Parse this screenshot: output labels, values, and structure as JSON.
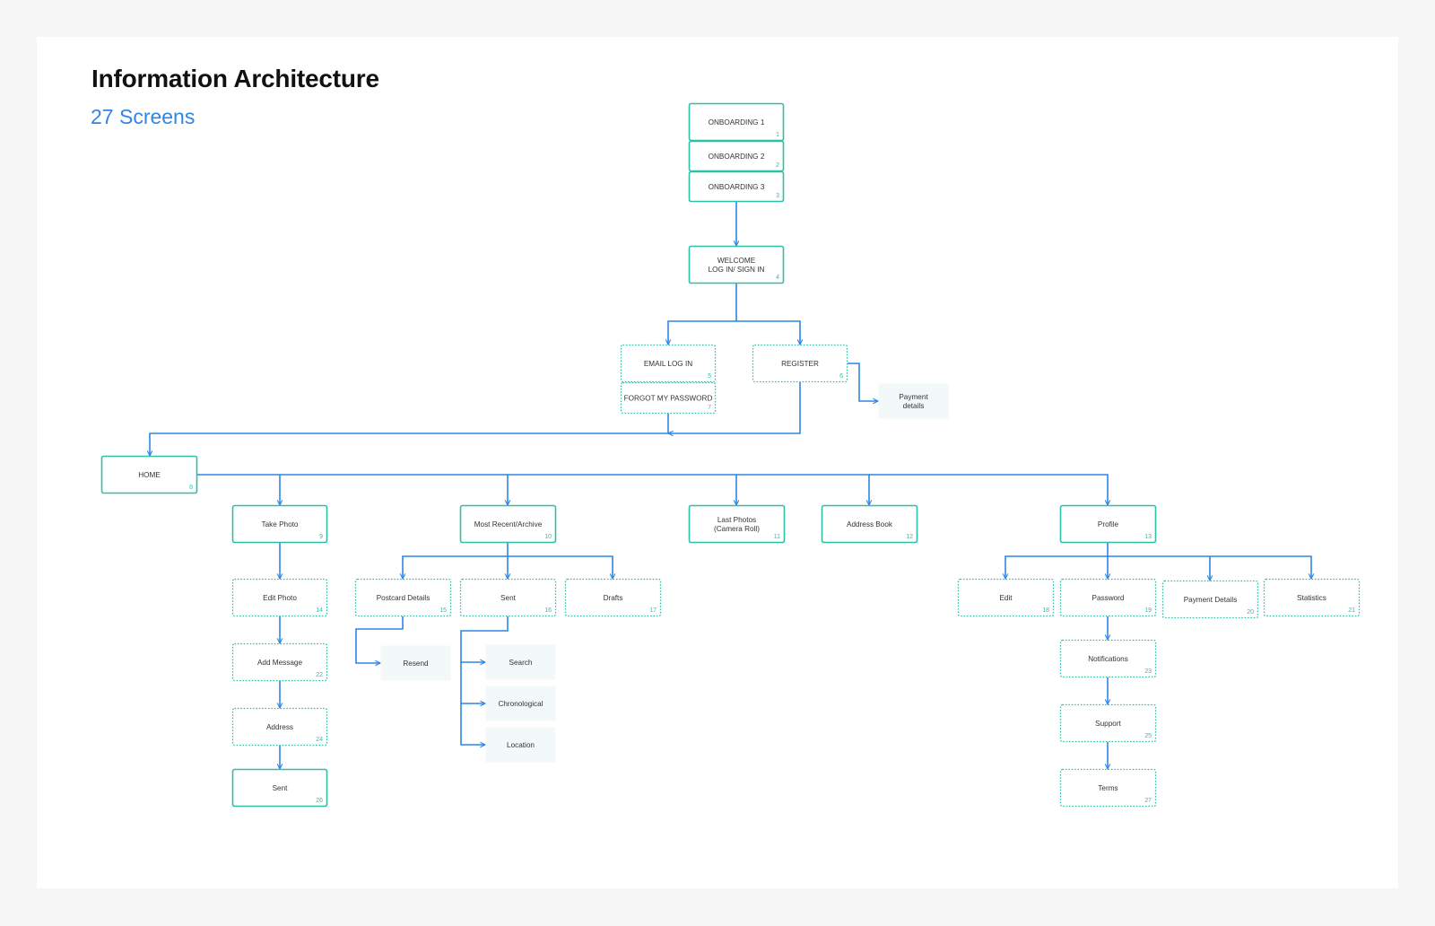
{
  "title": "Information Architecture",
  "subtitle": "27 Screens",
  "colors": {
    "accent": "#2f86e4",
    "node_border": "#2ec0a6",
    "node_number": "#2ec0a6",
    "connector": "#2f86e4",
    "sub_fill": "#f3f8f8"
  },
  "nodes": [
    {
      "id": "onboarding-1",
      "style": "solid",
      "lines": [
        "ONBOARDING 1"
      ],
      "number": "1"
    },
    {
      "id": "onboarding-2",
      "style": "solid",
      "lines": [
        "ONBOARDING 2"
      ],
      "number": "2"
    },
    {
      "id": "onboarding-3",
      "style": "solid",
      "lines": [
        "ONBOARDING 3"
      ],
      "number": "3"
    },
    {
      "id": "welcome",
      "style": "solid",
      "lines": [
        "WELCOME",
        "LOG IN/ SIGN IN"
      ],
      "number": "4"
    },
    {
      "id": "email-log-in",
      "style": "dotted",
      "lines": [
        "EMAIL LOG IN"
      ],
      "number": "5"
    },
    {
      "id": "forgot-password",
      "style": "dotted",
      "lines": [
        "FORGOT MY PASSWORD"
      ],
      "number": "7"
    },
    {
      "id": "register",
      "style": "dotted",
      "lines": [
        "REGISTER"
      ],
      "number": "6"
    },
    {
      "id": "payment-details-sub",
      "style": "sub",
      "lines": [
        "Payment",
        "details"
      ],
      "number": ""
    },
    {
      "id": "home",
      "style": "solid",
      "lines": [
        "HOME"
      ],
      "number": "8"
    },
    {
      "id": "take-photo",
      "style": "solid",
      "lines": [
        "Take Photo"
      ],
      "number": "9"
    },
    {
      "id": "most-recent",
      "style": "solid",
      "lines": [
        "Most Recent/Archive"
      ],
      "number": "10"
    },
    {
      "id": "last-photos",
      "style": "solid",
      "lines": [
        "Last Photos",
        "(Camera Roll)"
      ],
      "number": "11"
    },
    {
      "id": "address-book",
      "style": "solid",
      "lines": [
        "Address Book"
      ],
      "number": "12"
    },
    {
      "id": "profile",
      "style": "solid",
      "lines": [
        "Profile"
      ],
      "number": "13"
    },
    {
      "id": "edit-photo",
      "style": "dotted",
      "lines": [
        "Edit Photo"
      ],
      "number": "14"
    },
    {
      "id": "add-message",
      "style": "dotted",
      "lines": [
        "Add Message"
      ],
      "number": "22"
    },
    {
      "id": "address",
      "style": "dotted",
      "lines": [
        "Address"
      ],
      "number": "24"
    },
    {
      "id": "sent-final",
      "style": "solid",
      "lines": [
        "Sent"
      ],
      "number": "26"
    },
    {
      "id": "postcard-details",
      "style": "dotted",
      "lines": [
        "Postcard Details"
      ],
      "number": "15"
    },
    {
      "id": "sent",
      "style": "dotted",
      "lines": [
        "Sent"
      ],
      "number": "16"
    },
    {
      "id": "drafts",
      "style": "dotted",
      "lines": [
        "Drafts"
      ],
      "number": "17"
    },
    {
      "id": "resend",
      "style": "sub",
      "lines": [
        "Resend"
      ],
      "number": ""
    },
    {
      "id": "search",
      "style": "sub",
      "lines": [
        "Search"
      ],
      "number": ""
    },
    {
      "id": "chronological",
      "style": "sub",
      "lines": [
        "Chronological"
      ],
      "number": ""
    },
    {
      "id": "location",
      "style": "sub",
      "lines": [
        "Location"
      ],
      "number": ""
    },
    {
      "id": "edit",
      "style": "dotted",
      "lines": [
        "Edit"
      ],
      "number": "18"
    },
    {
      "id": "password",
      "style": "dotted",
      "lines": [
        "Password"
      ],
      "number": "19"
    },
    {
      "id": "payment-details",
      "style": "dotted",
      "lines": [
        "Payment Details"
      ],
      "number": "20"
    },
    {
      "id": "statistics",
      "style": "dotted",
      "lines": [
        "Statistics"
      ],
      "number": "21"
    },
    {
      "id": "notifications",
      "style": "dotted",
      "lines": [
        "Notifications"
      ],
      "number": "23"
    },
    {
      "id": "support",
      "style": "dotted",
      "lines": [
        "Support"
      ],
      "number": "25"
    },
    {
      "id": "terms",
      "style": "dotted",
      "lines": [
        "Terms"
      ],
      "number": "27"
    }
  ],
  "edges": [
    {
      "from": "onboarding-3",
      "to": "welcome"
    },
    {
      "from": "welcome",
      "to": "email-log-in"
    },
    {
      "from": "welcome",
      "to": "register"
    },
    {
      "from": "register",
      "to": "payment-details-sub"
    },
    {
      "from": "forgot-password",
      "to": "home"
    },
    {
      "from": "register",
      "to": "home"
    },
    {
      "from": "home",
      "to": "take-photo"
    },
    {
      "from": "home",
      "to": "most-recent"
    },
    {
      "from": "home",
      "to": "last-photos"
    },
    {
      "from": "home",
      "to": "address-book"
    },
    {
      "from": "home",
      "to": "profile"
    },
    {
      "from": "take-photo",
      "to": "edit-photo"
    },
    {
      "from": "edit-photo",
      "to": "add-message"
    },
    {
      "from": "add-message",
      "to": "address"
    },
    {
      "from": "address",
      "to": "sent-final"
    },
    {
      "from": "most-recent",
      "to": "postcard-details"
    },
    {
      "from": "most-recent",
      "to": "sent"
    },
    {
      "from": "most-recent",
      "to": "drafts"
    },
    {
      "from": "postcard-details",
      "to": "resend"
    },
    {
      "from": "sent",
      "to": "search"
    },
    {
      "from": "sent",
      "to": "chronological"
    },
    {
      "from": "sent",
      "to": "location"
    },
    {
      "from": "profile",
      "to": "edit"
    },
    {
      "from": "profile",
      "to": "password"
    },
    {
      "from": "profile",
      "to": "payment-details"
    },
    {
      "from": "profile",
      "to": "statistics"
    },
    {
      "from": "password",
      "to": "notifications"
    },
    {
      "from": "notifications",
      "to": "support"
    },
    {
      "from": "support",
      "to": "terms"
    }
  ]
}
